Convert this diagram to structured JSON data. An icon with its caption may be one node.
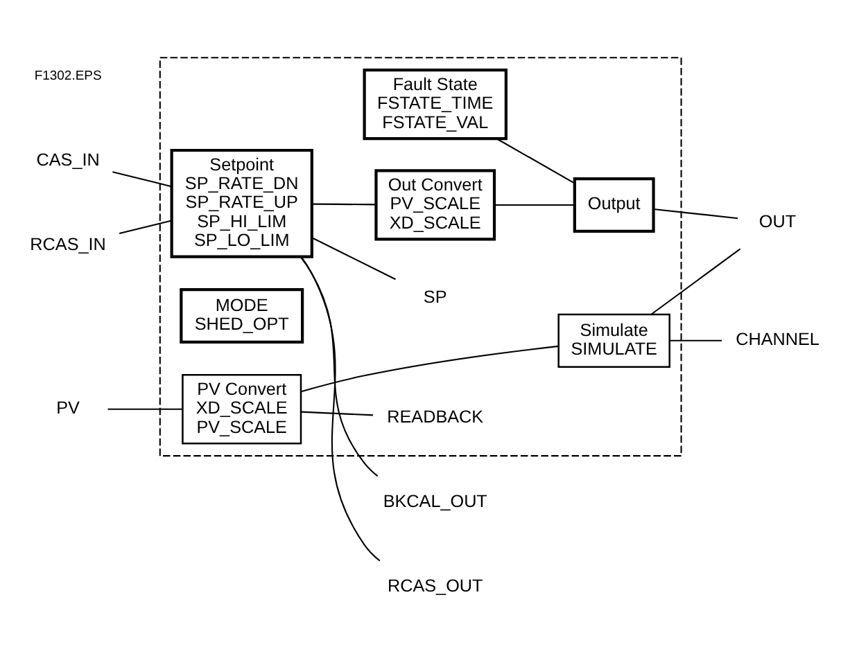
{
  "diagram": {
    "nodes": [
      {
        "text": [],
        "shape": "box"
      },
      {
        "text": [
          "BKCAL_OUT"
        ]
      },
      {
        "text": [
          "RCAS_OUT"
        ]
      },
      {
        "text": [
          "Setpoint",
          "SP_RATE_DN",
          "SP_RATE_UP",
          "SP_HI_LIM",
          "SP_LO_LIM"
        ],
        "in": 0
      },
      {
        "text": [
          "SP"
        ],
        "in": 0
      },
      {
        "text": [
          "CAS_IN"
        ]
      },
      {
        "text": [
          "Out Convert",
          "PV_SCALE",
          "XD_SCALE"
        ],
        "in": 0
      },
      {
        "text": [
          "Output"
        ],
        "in": 0
      },
      {
        "text": [
          "OUT"
        ]
      },
      {
        "text": [
          "RCAS_IN"
        ]
      },
      {
        "text": [
          "Fault State",
          "FSTATE_TIME",
          "FSTATE_VAL"
        ],
        "in": 0
      },
      {
        "text": [
          "Simulate",
          "SIMULATE"
        ],
        "in": 0
      },
      {
        "text": [
          "CHANNEL"
        ]
      },
      {
        "text": [
          "MODE",
          "SHED_OPT"
        ],
        "in": 0
      },
      {
        "text": [
          "READBACK"
        ],
        "in": 0
      },
      {
        "text": [
          "PV Convert",
          "XD_SCALE",
          "PV_SCALE"
        ],
        "in": 0
      },
      {
        "text": [
          "PV"
        ]
      }
    ],
    "edges": [
      {
        "from": 3,
        "to": 1,
        "arrow": "none"
      },
      {
        "from": 3,
        "to": 2,
        "arrow": "none"
      },
      {
        "from": 5,
        "to": 3,
        "arrow": "none"
      },
      {
        "from": 9,
        "to": 3,
        "arrow": "none"
      },
      {
        "from": 3,
        "to": 4,
        "arrow": "none"
      },
      {
        "from": 3,
        "to": 6,
        "arrow": "none"
      },
      {
        "from": 6,
        "to": 7,
        "arrow": "none"
      },
      {
        "from": 7,
        "to": 8,
        "arrow": "none"
      },
      {
        "from": 7,
        "to": 10,
        "arrow": "none"
      },
      {
        "from": 11,
        "to": 8,
        "arrow": "none"
      },
      {
        "from": 11,
        "to": 12,
        "arrow": "none"
      },
      {
        "from": 11,
        "to": 15,
        "arrow": "none"
      },
      {
        "from": 15,
        "to": 14,
        "arrow": "none"
      },
      {
        "from": 16,
        "to": 15,
        "arrow": "none"
      }
    ],
    "labels": [
      "F1302.EPS"
    ]
  }
}
